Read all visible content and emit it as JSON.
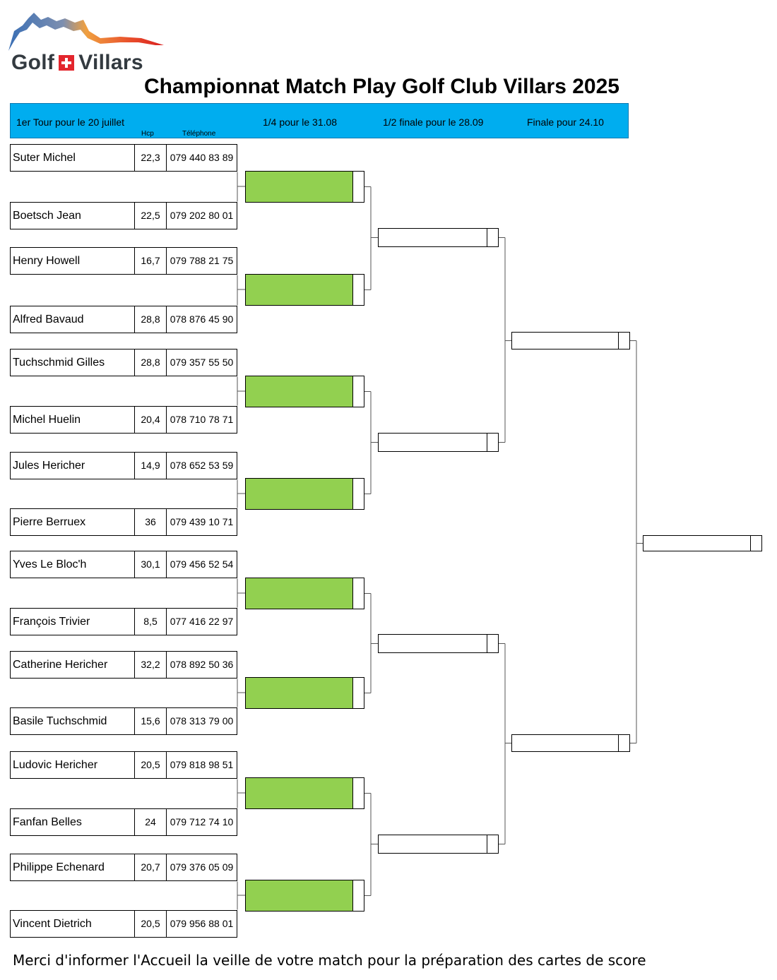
{
  "logo": {
    "word1": "Golf",
    "word2": "Villars"
  },
  "title": "Championnat Match Play Golf Club Villars 2025",
  "header": {
    "round1": "1er Tour pour le 20 juillet",
    "quarter": "1/4 pour le 31.08",
    "semi": "1/2 finale pour le 28.09",
    "final": "Finale pour 24.10",
    "hcp_label": "Hcp",
    "phone_label": "Téléphone"
  },
  "players": [
    {
      "name": "Suter Michel",
      "hcp": "22,3",
      "phone": "079 440 83 89"
    },
    {
      "name": "Boetsch Jean",
      "hcp": "22,5",
      "phone": "079 202 80 01"
    },
    {
      "name": "Henry Howell",
      "hcp": "16,7",
      "phone": "079 788 21 75"
    },
    {
      "name": "Alfred Bavaud",
      "hcp": "28,8",
      "phone": "078 876 45 90"
    },
    {
      "name": "Tuchschmid Gilles",
      "hcp": "28,8",
      "phone": "079 357 55 50"
    },
    {
      "name": "Michel Huelin",
      "hcp": "20,4",
      "phone": "078 710 78 71"
    },
    {
      "name": "Jules Hericher",
      "hcp": "14,9",
      "phone": "078 652 53 59"
    },
    {
      "name": "Pierre Berruex",
      "hcp": "36",
      "phone": "079 439 10 71"
    },
    {
      "name": "Yves Le Bloc'h",
      "hcp": "30,1",
      "phone": "079 456 52 54"
    },
    {
      "name": "François Trivier",
      "hcp": "8,5",
      "phone": "077 416 22 97"
    },
    {
      "name": "Catherine Hericher",
      "hcp": "32,2",
      "phone": "078 892 50 36"
    },
    {
      "name": "Basile Tuchschmid",
      "hcp": "15,6",
      "phone": "078 313 79 00"
    },
    {
      "name": "Ludovic Hericher",
      "hcp": "20,5",
      "phone": "079 818 98 51"
    },
    {
      "name": "Fanfan Belles",
      "hcp": "24",
      "phone": "079 712 74 10"
    },
    {
      "name": "Philippe Echenard",
      "hcp": "20,7",
      "phone": "079 376 05 09"
    },
    {
      "name": "Vincent Dietrich",
      "hcp": "20,5",
      "phone": "079 956 88 01"
    }
  ],
  "colors": {
    "header_bg": "#00adef",
    "round2_fill": "#92d050",
    "swiss_red": "#e3262d"
  },
  "footer": "Merci d'informer l'Accueil la veille de votre match pour la préparation des cartes de score"
}
